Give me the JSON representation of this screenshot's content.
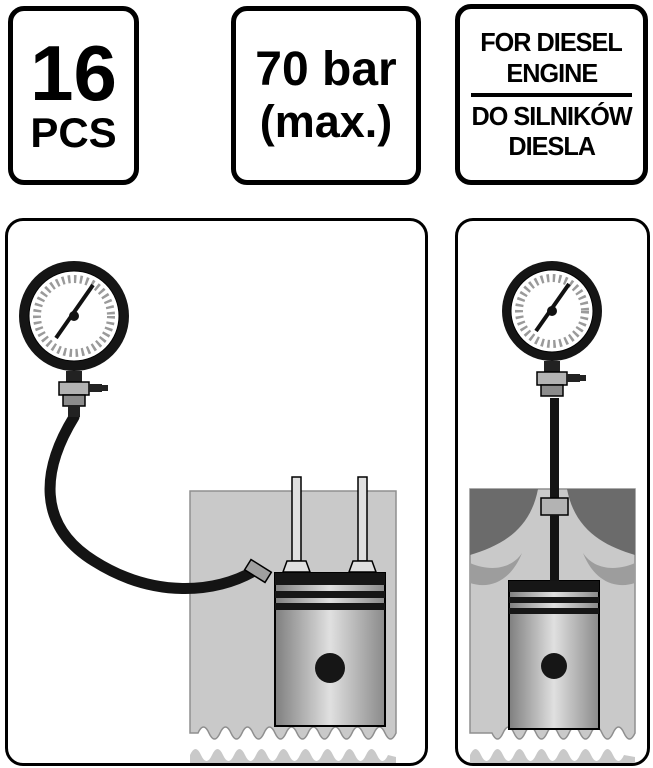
{
  "badges": {
    "pieces": {
      "value": "16",
      "unit": "PCS"
    },
    "pressure": {
      "value": "70 bar",
      "qualifier": "(max.)"
    },
    "diesel": {
      "line1": "FOR DIESEL",
      "line2": "ENGINE",
      "line3": "DO SILNIKÓW",
      "line4": "DIESLA"
    }
  },
  "illustrations": {
    "left_panel": "compression-gauge-with-flexible-hose-into-engine-cylinder",
    "right_panel": "compression-gauge-with-rigid-adapter-into-engine-cylinder"
  },
  "colors": {
    "outline": "#000000",
    "engine_block": "#c9c9c9",
    "piston_dark": "#161616",
    "background": "#ffffff"
  }
}
